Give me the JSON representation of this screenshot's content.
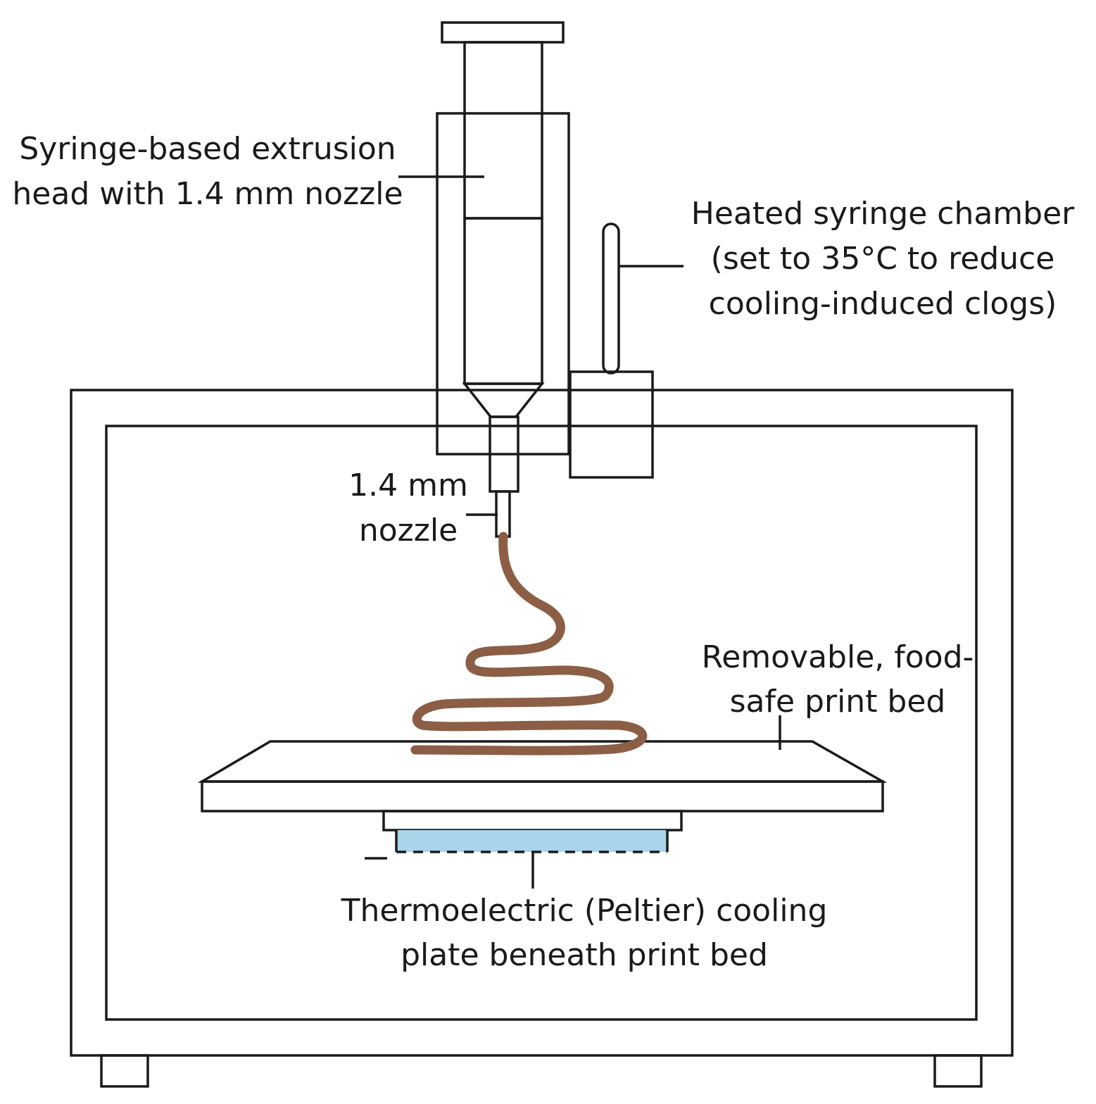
{
  "labels": {
    "extrusion_head": [
      "Syringe-based extrusion",
      "head with 1.4 mm nozzle"
    ],
    "syringe_chamber": [
      "Heated syringe chamber",
      "(set to 35°C to reduce",
      "cooling-induced clogs)"
    ],
    "nozzle": [
      "1.4 mm",
      "nozzle"
    ],
    "print_bed": [
      "Removable, food-",
      "safe print bed"
    ],
    "cooling_plate": [
      "Thermoelectric (Peltier) cooling",
      "plate beneath print bed"
    ]
  },
  "colors": {
    "outline": "#1a1a1a",
    "syringe_barrel": "#e3e3e3",
    "material": "#8b5e45",
    "nozzle_metal": "#a9a9a9",
    "chamber_block": "#bdbdbd",
    "cooling_plate": "#a8d4ec",
    "feet": "#b5b8c0"
  }
}
